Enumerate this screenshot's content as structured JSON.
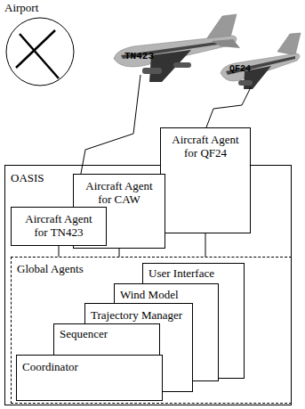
{
  "diagram": {
    "nodes": [
      {
        "text": [
          "OASIS"
        ]
      },
      {
        "text": [
          "Aircraft Agent for TN423"
        ],
        "in": 0
      },
      {
        "text": [
          "Aircraft Agent for CAW"
        ],
        "in": 0
      },
      {
        "text": [
          "Aircraft Agent for QF24"
        ],
        "in": 0
      },
      {
        "text": [
          "Global Agents"
        ],
        "in": 0
      },
      {
        "text": [
          "Coordinator"
        ],
        "in": 4
      },
      {
        "text": [
          "Sequencer"
        ],
        "in": 4
      },
      {
        "text": [
          "Trajectory Manager"
        ],
        "in": 4
      },
      {
        "text": [
          "Wind Model"
        ],
        "in": 4
      },
      {
        "text": [
          "User Interface"
        ],
        "in": 4
      }
    ],
    "edges": [
      {
        "from": 1,
        "to": 4,
        "arrow": "none"
      },
      {
        "from": 2,
        "to": 4,
        "arrow": "none"
      },
      {
        "from": 3,
        "to": 4,
        "arrow": "none"
      }
    ],
    "labels": [
      "Airport",
      "TN423",
      "QF24"
    ]
  }
}
